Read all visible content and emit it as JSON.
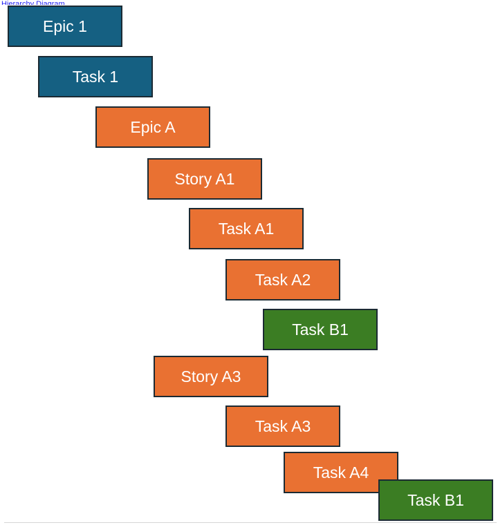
{
  "top_link": {
    "label": "Hierarchy Diagram"
  },
  "colors": {
    "blue": "#156082",
    "orange": "#e97132",
    "green": "#3b7d23",
    "border": "#1b2a33"
  },
  "nodes": [
    {
      "label": "Epic 1",
      "color": "blue"
    },
    {
      "label": "Task 1",
      "color": "blue"
    },
    {
      "label": "Epic A",
      "color": "orange"
    },
    {
      "label": "Story A1",
      "color": "orange"
    },
    {
      "label": "Task A1",
      "color": "orange"
    },
    {
      "label": "Task A2",
      "color": "orange"
    },
    {
      "label": "Task B1",
      "color": "green"
    },
    {
      "label": "Story A3",
      "color": "orange"
    },
    {
      "label": "Task A3",
      "color": "orange"
    },
    {
      "label": "Task A4",
      "color": "orange"
    },
    {
      "label": "Task B1",
      "color": "green"
    }
  ]
}
